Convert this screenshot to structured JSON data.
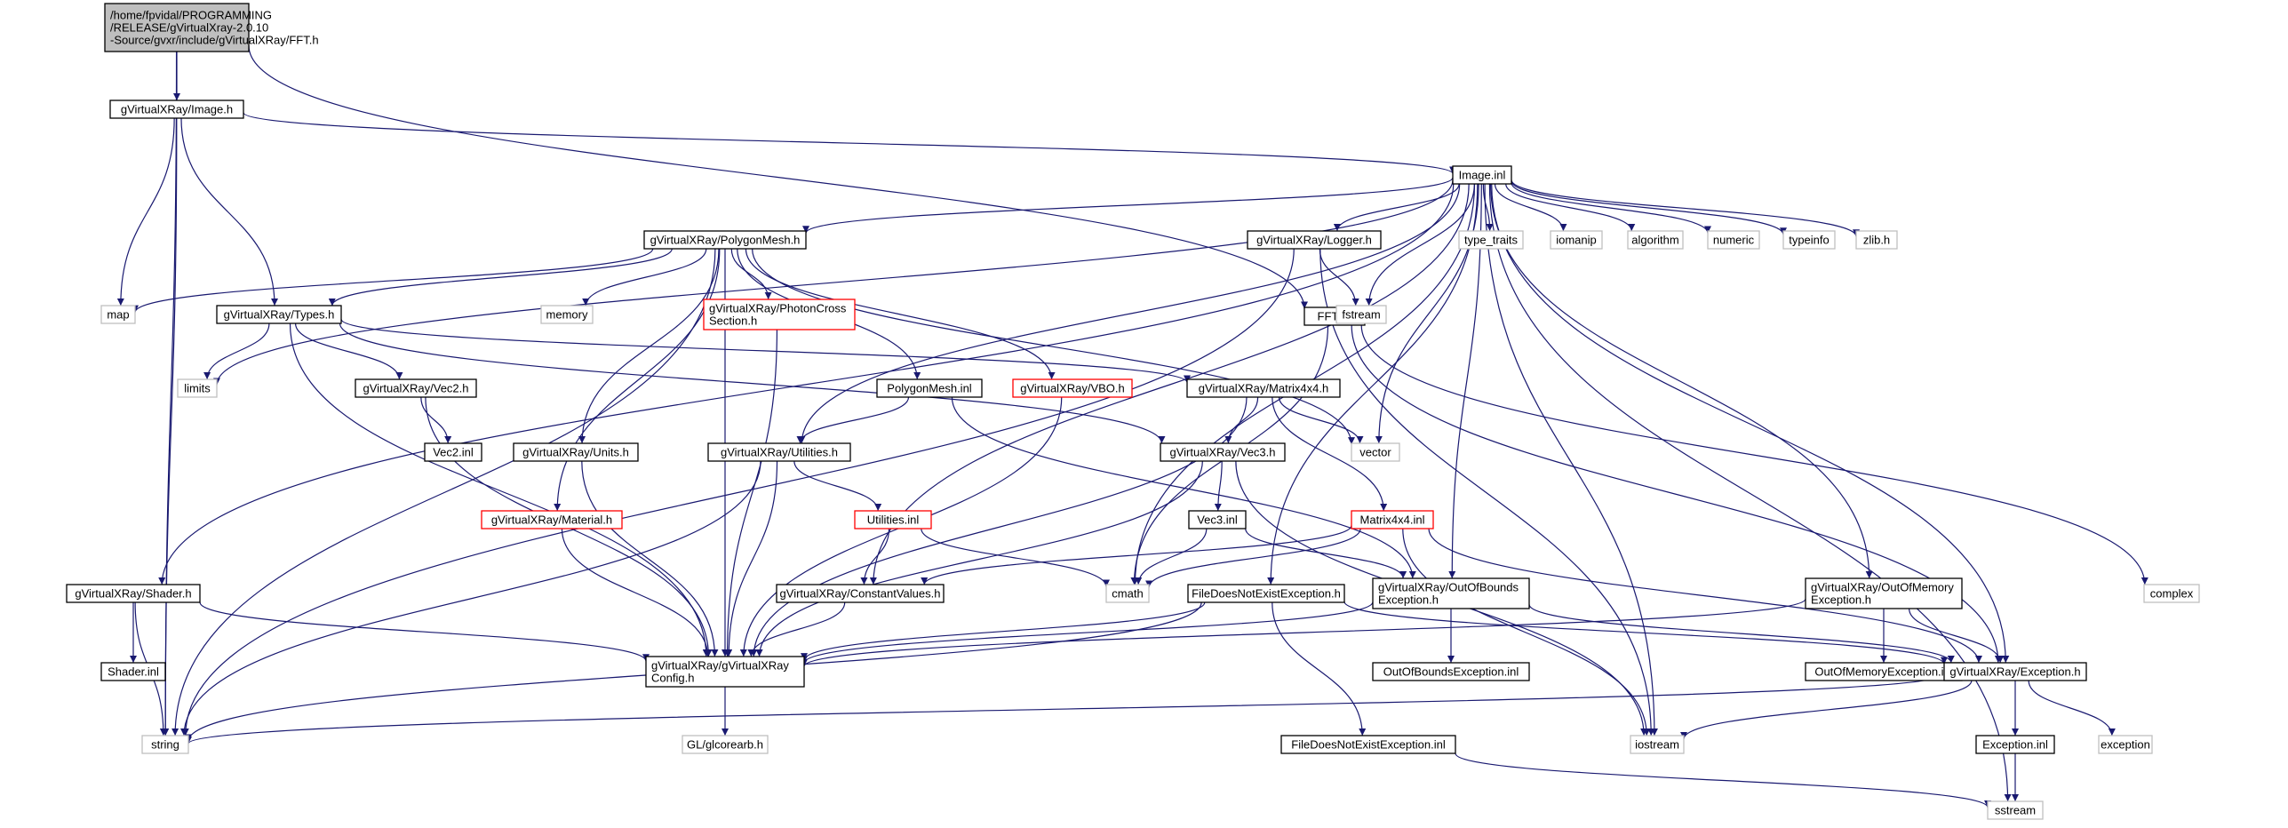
{
  "diagram": {
    "type": "include-dependency-graph",
    "colors": {
      "edge": "#191970",
      "root_fill": "#bfbfbf",
      "node_border": "#000000",
      "missing_border": "#ff0000",
      "external_border": "#bfbfbf",
      "external_text": "#7f7f7f"
    },
    "nodes": [
      {
        "id": "root",
        "lines": [
          "/home/fpvidal/PROGRAMMING",
          "/RELEASE/gVirtualXray-2.0.10",
          "-Source/gvxr/include/gVirtualXRay/FFT.h"
        ],
        "style": "root"
      },
      {
        "id": "image_h",
        "lines": [
          "gVirtualXRay/Image.h"
        ],
        "style": "normal"
      },
      {
        "id": "fft_inl",
        "lines": [
          "FFT.inl"
        ],
        "style": "normal"
      },
      {
        "id": "string",
        "lines": [
          "string"
        ],
        "style": "external"
      },
      {
        "id": "map",
        "lines": [
          "map"
        ],
        "style": "external"
      },
      {
        "id": "types_h",
        "lines": [
          "gVirtualXRay/Types.h"
        ],
        "style": "normal"
      },
      {
        "id": "image_inl",
        "lines": [
          "Image.inl"
        ],
        "style": "normal"
      },
      {
        "id": "polymesh_h",
        "lines": [
          "gVirtualXRay/PolygonMesh.h"
        ],
        "style": "normal"
      },
      {
        "id": "logger_h",
        "lines": [
          "gVirtualXRay/Logger.h"
        ],
        "style": "normal"
      },
      {
        "id": "type_traits",
        "lines": [
          "type_traits"
        ],
        "style": "external"
      },
      {
        "id": "iomanip",
        "lines": [
          "iomanip"
        ],
        "style": "external"
      },
      {
        "id": "algorithm",
        "lines": [
          "algorithm"
        ],
        "style": "external"
      },
      {
        "id": "numeric",
        "lines": [
          "numeric"
        ],
        "style": "external"
      },
      {
        "id": "typeinfo",
        "lines": [
          "typeinfo"
        ],
        "style": "external"
      },
      {
        "id": "zlib_h",
        "lines": [
          "zlib.h"
        ],
        "style": "external"
      },
      {
        "id": "memory",
        "lines": [
          "memory"
        ],
        "style": "external"
      },
      {
        "id": "photon_h",
        "lines": [
          "gVirtualXRay/PhotonCross",
          "Section.h"
        ],
        "style": "missing"
      },
      {
        "id": "fstream",
        "lines": [
          "fstream"
        ],
        "style": "external"
      },
      {
        "id": "limits",
        "lines": [
          "limits"
        ],
        "style": "external"
      },
      {
        "id": "vec2_h",
        "lines": [
          "gVirtualXRay/Vec2.h"
        ],
        "style": "normal"
      },
      {
        "id": "polymesh_inl",
        "lines": [
          "PolygonMesh.inl"
        ],
        "style": "normal"
      },
      {
        "id": "vbo_h",
        "lines": [
          "gVirtualXRay/VBO.h"
        ],
        "style": "missing"
      },
      {
        "id": "matrix_h",
        "lines": [
          "gVirtualXRay/Matrix4x4.h"
        ],
        "style": "normal"
      },
      {
        "id": "vec2_inl",
        "lines": [
          "Vec2.inl"
        ],
        "style": "normal"
      },
      {
        "id": "units_h",
        "lines": [
          "gVirtualXRay/Units.h"
        ],
        "style": "normal"
      },
      {
        "id": "utilities_h",
        "lines": [
          "gVirtualXRay/Utilities.h"
        ],
        "style": "normal"
      },
      {
        "id": "vec3_h",
        "lines": [
          "gVirtualXRay/Vec3.h"
        ],
        "style": "normal"
      },
      {
        "id": "vector",
        "lines": [
          "vector"
        ],
        "style": "external"
      },
      {
        "id": "material_h",
        "lines": [
          "gVirtualXRay/Material.h"
        ],
        "style": "missing"
      },
      {
        "id": "utilities_inl",
        "lines": [
          "Utilities.inl"
        ],
        "style": "missing"
      },
      {
        "id": "vec3_inl",
        "lines": [
          "Vec3.inl"
        ],
        "style": "normal"
      },
      {
        "id": "matrix_inl",
        "lines": [
          "Matrix4x4.inl"
        ],
        "style": "missing"
      },
      {
        "id": "shader_h",
        "lines": [
          "gVirtualXRay/Shader.h"
        ],
        "style": "normal"
      },
      {
        "id": "constval_h",
        "lines": [
          "gVirtualXRay/ConstantValues.h"
        ],
        "style": "normal"
      },
      {
        "id": "cmath",
        "lines": [
          "cmath"
        ],
        "style": "external"
      },
      {
        "id": "fdne_h",
        "lines": [
          "FileDoesNotExistException.h"
        ],
        "style": "normal"
      },
      {
        "id": "oob_h",
        "lines": [
          "gVirtualXRay/OutOfBounds",
          "Exception.h"
        ],
        "style": "normal"
      },
      {
        "id": "oom_h",
        "lines": [
          "gVirtualXRay/OutOfMemory",
          "Exception.h"
        ],
        "style": "normal"
      },
      {
        "id": "complex",
        "lines": [
          "complex"
        ],
        "style": "external"
      },
      {
        "id": "shader_inl",
        "lines": [
          "Shader.inl"
        ],
        "style": "normal"
      },
      {
        "id": "config_h",
        "lines": [
          "gVirtualXRay/gVirtualXRay",
          "Config.h"
        ],
        "style": "normal"
      },
      {
        "id": "oob_inl",
        "lines": [
          "OutOfBoundsException.inl"
        ],
        "style": "normal"
      },
      {
        "id": "oom_inl",
        "lines": [
          "OutOfMemoryException.inl"
        ],
        "style": "normal"
      },
      {
        "id": "exception_h",
        "lines": [
          "gVirtualXRay/Exception.h"
        ],
        "style": "normal"
      },
      {
        "id": "glcorearb",
        "lines": [
          "GL/glcorearb.h"
        ],
        "style": "external"
      },
      {
        "id": "fdne_inl",
        "lines": [
          "FileDoesNotExistException.inl"
        ],
        "style": "normal"
      },
      {
        "id": "iostream",
        "lines": [
          "iostream"
        ],
        "style": "external"
      },
      {
        "id": "exception_inl",
        "lines": [
          "Exception.inl"
        ],
        "style": "normal"
      },
      {
        "id": "exception",
        "lines": [
          "exception"
        ],
        "style": "external"
      },
      {
        "id": "sstream",
        "lines": [
          "sstream"
        ],
        "style": "external"
      }
    ],
    "edges": [
      [
        "root",
        "image_h"
      ],
      [
        "root",
        "fft_inl"
      ],
      [
        "root",
        "string"
      ],
      [
        "image_h",
        "string"
      ],
      [
        "image_h",
        "map"
      ],
      [
        "image_h",
        "types_h"
      ],
      [
        "image_h",
        "image_inl"
      ],
      [
        "fft_inl",
        "cmath"
      ],
      [
        "fft_inl",
        "complex"
      ],
      [
        "fft_inl",
        "exception_h"
      ],
      [
        "image_inl",
        "polymesh_h"
      ],
      [
        "image_inl",
        "logger_h"
      ],
      [
        "image_inl",
        "type_traits"
      ],
      [
        "image_inl",
        "iomanip"
      ],
      [
        "image_inl",
        "algorithm"
      ],
      [
        "image_inl",
        "numeric"
      ],
      [
        "image_inl",
        "typeinfo"
      ],
      [
        "image_inl",
        "zlib_h"
      ],
      [
        "image_inl",
        "fstream"
      ],
      [
        "image_inl",
        "vector"
      ],
      [
        "image_inl",
        "limits"
      ],
      [
        "image_inl",
        "utilities_h"
      ],
      [
        "image_inl",
        "shader_h"
      ],
      [
        "image_inl",
        "constval_h"
      ],
      [
        "image_inl",
        "cmath"
      ],
      [
        "image_inl",
        "fdne_h"
      ],
      [
        "image_inl",
        "oob_h"
      ],
      [
        "image_inl",
        "oom_h"
      ],
      [
        "image_inl",
        "exception_h"
      ],
      [
        "image_inl",
        "iostream"
      ],
      [
        "image_inl",
        "sstream"
      ],
      [
        "polymesh_h",
        "map"
      ],
      [
        "polymesh_h",
        "memory"
      ],
      [
        "polymesh_h",
        "types_h"
      ],
      [
        "polymesh_h",
        "photon_h"
      ],
      [
        "polymesh_h",
        "polymesh_inl"
      ],
      [
        "polymesh_h",
        "vbo_h"
      ],
      [
        "polymesh_h",
        "units_h"
      ],
      [
        "polymesh_h",
        "material_h"
      ],
      [
        "polymesh_h",
        "config_h"
      ],
      [
        "polymesh_h",
        "vector"
      ],
      [
        "polymesh_h",
        "string"
      ],
      [
        "logger_h",
        "string"
      ],
      [
        "logger_h",
        "fstream"
      ],
      [
        "logger_h",
        "iostream"
      ],
      [
        "types_h",
        "limits"
      ],
      [
        "types_h",
        "vec2_h"
      ],
      [
        "types_h",
        "matrix_h"
      ],
      [
        "types_h",
        "vec3_h"
      ],
      [
        "types_h",
        "config_h"
      ],
      [
        "photon_h",
        "config_h"
      ],
      [
        "vec2_h",
        "vec2_inl"
      ],
      [
        "vec2_h",
        "config_h"
      ],
      [
        "polymesh_inl",
        "utilities_h"
      ],
      [
        "polymesh_inl",
        "oob_h"
      ],
      [
        "vbo_h",
        "config_h"
      ],
      [
        "matrix_h",
        "vec3_h"
      ],
      [
        "matrix_h",
        "vector"
      ],
      [
        "matrix_h",
        "matrix_inl"
      ],
      [
        "matrix_h",
        "config_h"
      ],
      [
        "units_h",
        "config_h"
      ],
      [
        "utilities_h",
        "utilities_inl"
      ],
      [
        "utilities_h",
        "config_h"
      ],
      [
        "utilities_h",
        "string"
      ],
      [
        "vec3_h",
        "vec3_inl"
      ],
      [
        "vec3_h",
        "config_h"
      ],
      [
        "vec3_h",
        "iostream"
      ],
      [
        "material_h",
        "config_h"
      ],
      [
        "utilities_inl",
        "constval_h"
      ],
      [
        "utilities_inl",
        "cmath"
      ],
      [
        "vec3_inl",
        "cmath"
      ],
      [
        "vec3_inl",
        "oob_h"
      ],
      [
        "matrix_inl",
        "cmath"
      ],
      [
        "matrix_inl",
        "constval_h"
      ],
      [
        "matrix_inl",
        "exception_h"
      ],
      [
        "matrix_inl",
        "iostream"
      ],
      [
        "shader_h",
        "shader_inl"
      ],
      [
        "shader_h",
        "string"
      ],
      [
        "shader_h",
        "config_h"
      ],
      [
        "constval_h",
        "config_h"
      ],
      [
        "fdne_h",
        "config_h"
      ],
      [
        "fdne_h",
        "fdne_inl"
      ],
      [
        "fdne_h",
        "exception_h"
      ],
      [
        "fdne_h",
        "string"
      ],
      [
        "oob_h",
        "config_h"
      ],
      [
        "oob_h",
        "oob_inl"
      ],
      [
        "oob_h",
        "exception_h"
      ],
      [
        "oom_h",
        "config_h"
      ],
      [
        "oom_h",
        "oom_inl"
      ],
      [
        "oom_h",
        "exception_h"
      ],
      [
        "config_h",
        "glcorearb"
      ],
      [
        "fdne_inl",
        "sstream"
      ],
      [
        "exception_h",
        "string"
      ],
      [
        "exception_h",
        "iostream"
      ],
      [
        "exception_h",
        "exception_inl"
      ],
      [
        "exception_h",
        "exception"
      ],
      [
        "exception_inl",
        "sstream"
      ]
    ]
  }
}
